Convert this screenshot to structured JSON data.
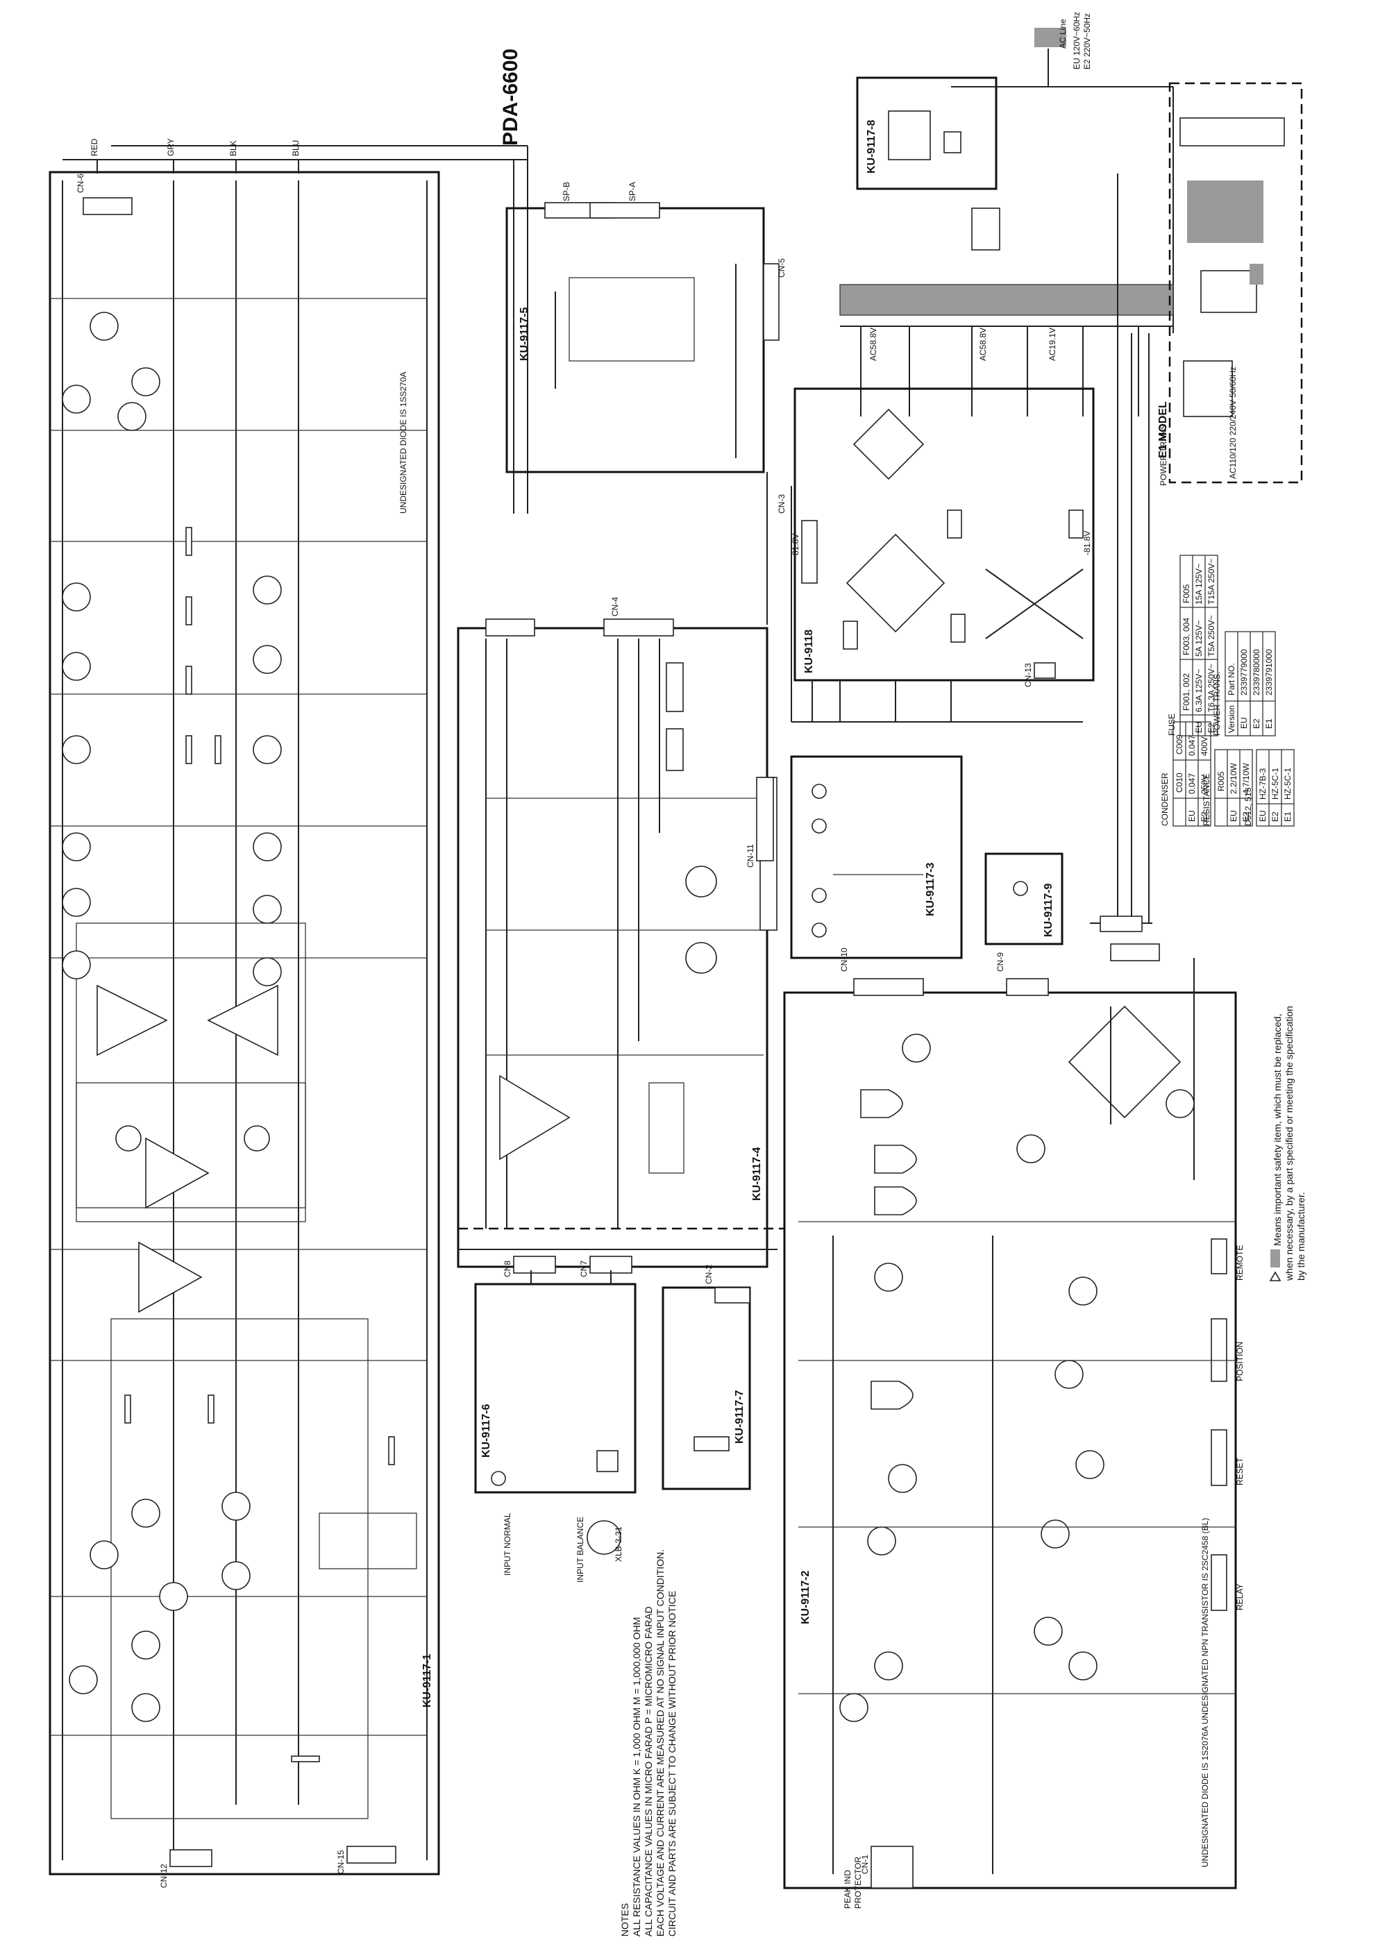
{
  "model": "PDA-6600",
  "boards": {
    "ku_9117_1": "KU-9117-1",
    "ku_9117_2": "KU-9117-2",
    "ku_9117_3": "KU-9117-3",
    "ku_9117_4": "KU-9117-4",
    "ku_9117_5": "KU-9117-5",
    "ku_9117_6": "KU-9117-6",
    "ku_9117_7": "KU-9117-7",
    "ku_9117_8": "KU-9117-8",
    "ku_9117_9": "KU-9117-9",
    "ku_9118": "KU-9118"
  },
  "connectors": {
    "cn6": "CN-6",
    "cn12": "CN-12",
    "cn4": "CN-4",
    "cn5": "CN-5",
    "cn3": "CN-3",
    "cn11": "CN-11",
    "cn10": "CN-10",
    "cn9": "CN-9",
    "cn8": "CN8",
    "cn7": "CN7",
    "cn2": "CN-2",
    "cn1": "CN-1",
    "cn13": "CN-13",
    "cn15": "CN-15",
    "sp_a": "SP-A",
    "sp_b": "SP-B"
  },
  "wires": {
    "red": "RED",
    "gry": "GRY",
    "blk": "BLK",
    "blu": "BLU"
  },
  "power": {
    "ac_line": "AC Line",
    "eu_rating": "EU 120V~60Hz",
    "e2_rating": "E2 220V~50Hz",
    "power_trans": "POWER TRANS",
    "ac_voltages": [
      "AC58.8V",
      "AC58.8V",
      "AC19.1V"
    ],
    "rail_pos": "81.8V",
    "rail_neg": "-81.8V",
    "e1_model": "E1 MODEL",
    "e1_rating": "AC110/120 220/240V 50/60Hz"
  },
  "labels": {
    "undesignated_diode": "UNDESIGNATED DIODE IS 1SS270A",
    "input_normal": "INPUT NORMAL",
    "input_balance": "INPUT BALANCE",
    "xlr": "XLB-3-31",
    "remote": "REMOTE",
    "position": "POSITION",
    "reset": "RESET",
    "relay": "RELAY",
    "protector": "PROTECTOR",
    "peak_ind": "PEAK IND",
    "undesignated_note": "UNDESIGNATED DIODE IS 1S2076A UNDESIGNATED NPN TRANSISTOR IS 2SC2458 (BL)"
  },
  "notes": {
    "title": "NOTES",
    "lines": [
      "ALL RESISTANCE VALUES IN OHM K = 1,000 OHM M = 1,000,000 OHM",
      "ALL CAPACITANCE VALUES IN MICRO FARAD P = MICROMICRO FARAD",
      "EACH VOLTAGE AND CURRENT ARE MEASURED AT NO SIGNAL INPUT CONDITION.",
      "CIRCUIT AND PARTS ARE SUBJECT TO CHANGE WITHOUT PRIOR NOTICE"
    ]
  },
  "safety_note": [
    "Means important safety item, which must be replaced,",
    "when necessary, by a part specified or meeting the specification",
    "by the manufacturer."
  ],
  "tables": {
    "condenser": {
      "title": "CONDENSER",
      "headers": [
        "",
        "C010",
        "C009"
      ],
      "rows": [
        [
          "EU",
          "0.047",
          "0.047"
        ],
        [
          "E2",
          "250V",
          "400V"
        ]
      ]
    },
    "resistance": {
      "title": "RESISTANCE",
      "headers": [
        "",
        "R005"
      ],
      "rows": [
        [
          "EU",
          "2.2/10W"
        ],
        [
          "E2",
          "4.7/10W"
        ]
      ]
    },
    "diode": {
      "title": "D512, 513",
      "rows": [
        [
          "EU",
          "HZ-7B-3"
        ],
        [
          "E2",
          "HZ-5C-1"
        ],
        [
          "E1",
          "HZ-5C-1"
        ]
      ]
    },
    "fuse": {
      "title": "FUSE",
      "headers": [
        "",
        "F001, 002",
        "F003, 004",
        "F005"
      ],
      "rows": [
        [
          "EU",
          "6.3A 125V~",
          "5A 125V~",
          "15A 125V~"
        ],
        [
          "E2",
          "T6.3A 250V~",
          "T5A 250V~",
          "T15A 250V~"
        ]
      ]
    },
    "power_trans": {
      "title": "POWER TRANS.",
      "headers": [
        "Version",
        "Part NO."
      ],
      "rows": [
        [
          "EU",
          "2339779000"
        ],
        [
          "E2",
          "2339780000"
        ],
        [
          "E1",
          "2339791000"
        ]
      ]
    }
  }
}
